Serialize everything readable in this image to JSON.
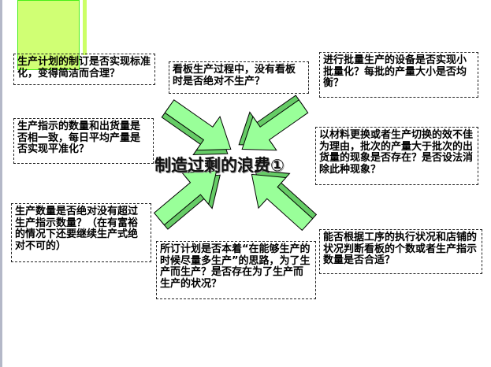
{
  "title": "制造过剩的浪费①",
  "questions": [
    "生产计划的制订是否实现标准化，变得简洁而合理？",
    "看板生产过程中，没有看板时是否绝对不生产？",
    "进行批量生产的设备是否实现小批量化？每批的产量大小是否均衡？",
    "生产指示的数量和出货量是否相一致，每日平均产量是否实现平准化？",
    "以材料更换或者生产切换的效不佳为理由，批次的产量大于批次的出货量的现象是否存在？是否设法消除此种现象？",
    "生产数量是否绝对没有超过生产指示数量？（在有富裕的情况下还要继续生产式绝对不可的）",
    "所订计划是否本着“在能够生产的时候尽量多生产”的思路，为了生产而生产？是否存在为了生产而生产的状况？",
    "能否根据工序的执行状况和店铺的状况判断看板的个数或者生产指示数量是否合适？"
  ],
  "colors": {
    "arrow": "#99ff99",
    "arrow_side": "#66cc66",
    "highlight": "#ccff66"
  }
}
